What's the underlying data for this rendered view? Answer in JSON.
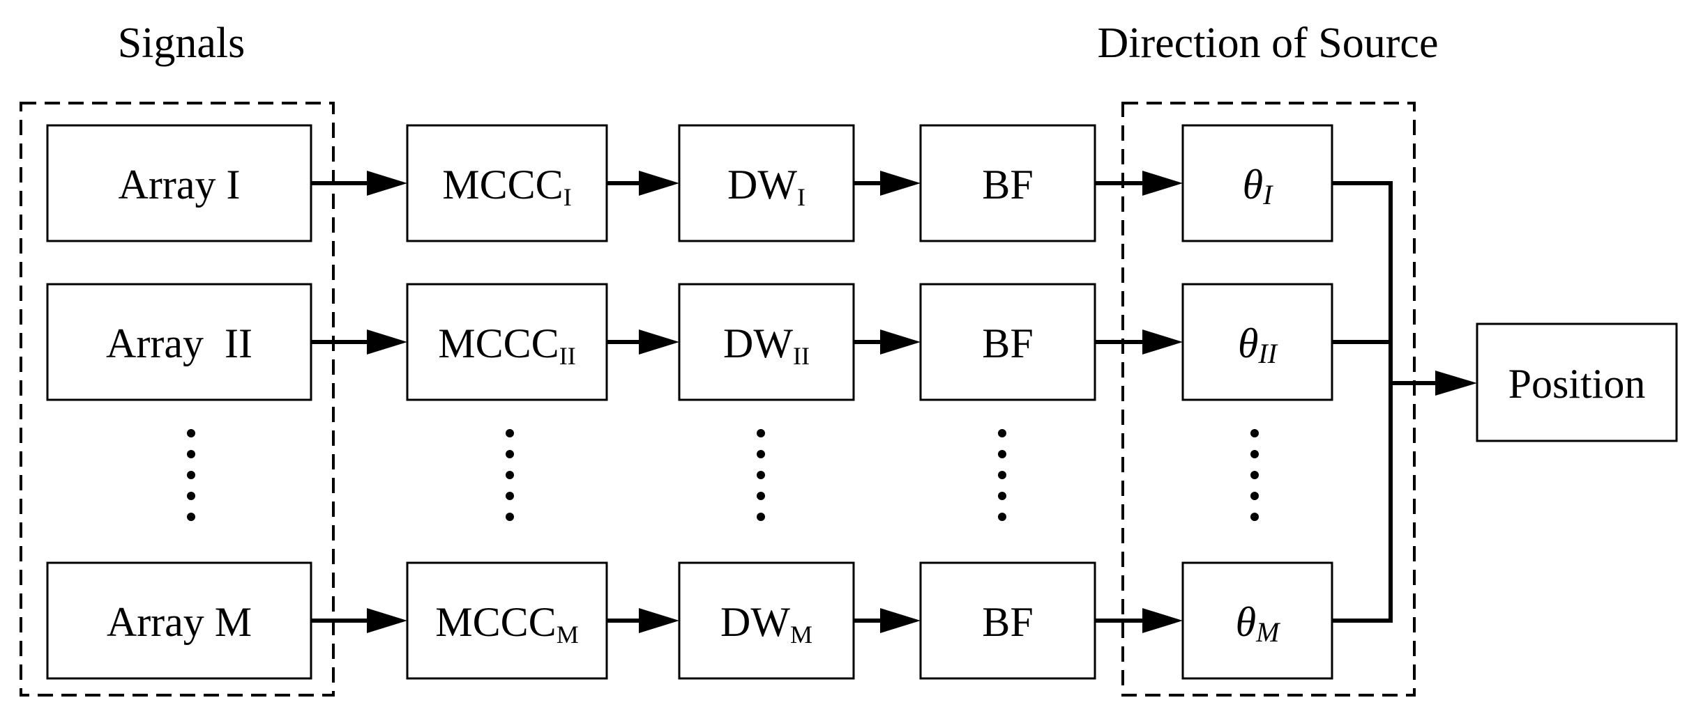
{
  "titles": {
    "signals": "Signals",
    "direction": "Direction of Source"
  },
  "rows": [
    {
      "array": "Array I",
      "mccc": "MCCC",
      "mccc_sub": "I",
      "dw": "DW",
      "dw_sub": "I",
      "bf": "BF",
      "theta": "θ",
      "theta_sub": "I"
    },
    {
      "array": "Array  II",
      "mccc": "MCCC",
      "mccc_sub": "II",
      "dw": "DW",
      "dw_sub": "II",
      "bf": "BF",
      "theta": "θ",
      "theta_sub": "II"
    },
    {
      "array": "Array M",
      "mccc": "MCCC",
      "mccc_sub": "M",
      "dw": "DW",
      "dw_sub": "M",
      "bf": "BF",
      "theta": "θ",
      "theta_sub": "M"
    }
  ],
  "output": {
    "label": "Position"
  }
}
